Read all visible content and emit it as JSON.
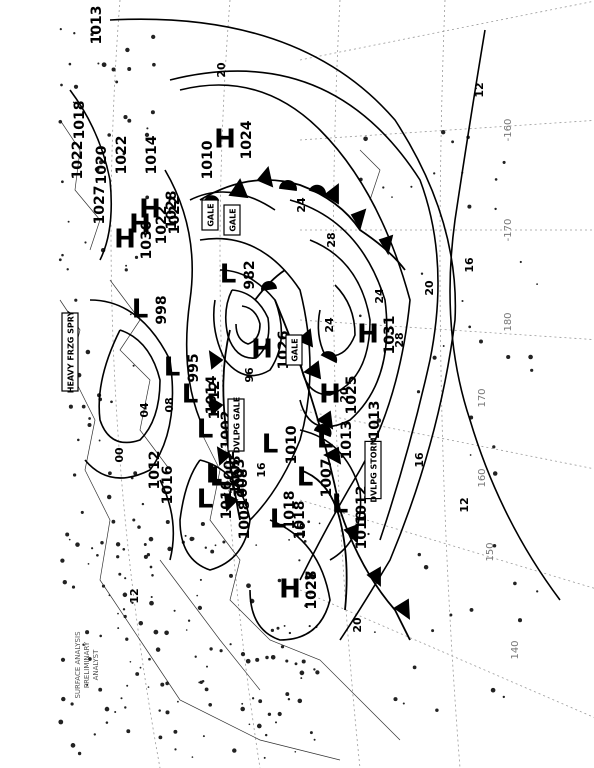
{
  "chart_data": {
    "type": "map",
    "header": [
      "SURFACE ANALYSIS",
      "PRELIMINARY",
      "ANALYST"
    ],
    "centers": [
      {
        "kind": "H",
        "value": "1031"
      },
      {
        "kind": "H",
        "value": "1024"
      },
      {
        "kind": "H",
        "value": "1025"
      },
      {
        "kind": "H",
        "value": "1022"
      },
      {
        "kind": "H",
        "value": "1030"
      },
      {
        "kind": "H",
        "value": "1027"
      },
      {
        "kind": "H",
        "value": "1028"
      },
      {
        "kind": "H",
        "value": "1026"
      },
      {
        "kind": "L",
        "value": "982"
      },
      {
        "kind": "L",
        "value": "1003"
      },
      {
        "kind": "L",
        "value": "1010"
      },
      {
        "kind": "L",
        "value": "998"
      },
      {
        "kind": "L",
        "value": "995"
      },
      {
        "kind": "L",
        "value": "1008"
      },
      {
        "kind": "L",
        "value": "1007"
      },
      {
        "kind": "L",
        "value": "1013"
      },
      {
        "kind": "L",
        "value": "1012"
      },
      {
        "kind": "L",
        "value": "1016"
      },
      {
        "kind": "L",
        "value": "1018"
      },
      {
        "kind": "L",
        "value": "1002"
      },
      {
        "kind": "L",
        "value": "1014"
      }
    ],
    "pressure_labels": [
      "1013",
      "1018",
      "1022",
      "1020",
      "1022",
      "1014",
      "1010",
      "1022",
      "1027",
      "1012",
      "1016",
      "1008",
      "1012",
      "1013",
      "1012",
      "1010",
      "1028",
      "1018",
      "1008",
      "1002"
    ],
    "warnings": [
      "GALE",
      "GALE",
      "GALE",
      "HEAVY FRZG SPRY",
      "DVLPG STORM",
      "DVLPG GALE"
    ],
    "isobar_labels": [
      "20",
      "24",
      "28",
      "16",
      "12",
      "20",
      "24",
      "28",
      "16",
      "12",
      "20",
      "24",
      "16",
      "12",
      "08",
      "04",
      "00",
      "96",
      "16",
      "20"
    ],
    "lon_labels": [
      "-160",
      "-170",
      "180",
      "170",
      "160",
      "150",
      "140"
    ]
  }
}
